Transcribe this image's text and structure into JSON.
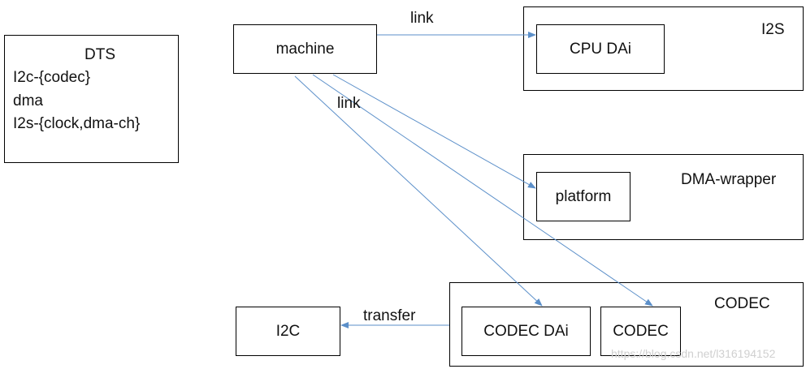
{
  "dts": {
    "title": "DTS",
    "lines": [
      "I2c-{codec}",
      "dma",
      "I2s-{clock,dma-ch}"
    ]
  },
  "machine": {
    "label": "machine"
  },
  "i2s": {
    "title": "I2S",
    "cpu_dai": "CPU DAi"
  },
  "dma_wrapper": {
    "title": "DMA-wrapper",
    "platform": "platform"
  },
  "codec_group": {
    "title": "CODEC",
    "codec_dai": "CODEC DAi",
    "codec": "CODEC"
  },
  "i2c": {
    "label": "I2C"
  },
  "edges": {
    "link_top": "link",
    "link_mid": "link",
    "transfer": "transfer"
  },
  "watermark": "https://blog.csdn.net/l316194152",
  "colors": {
    "arrow": "#5b8fc9",
    "border": "#000000",
    "text": "#111111"
  }
}
